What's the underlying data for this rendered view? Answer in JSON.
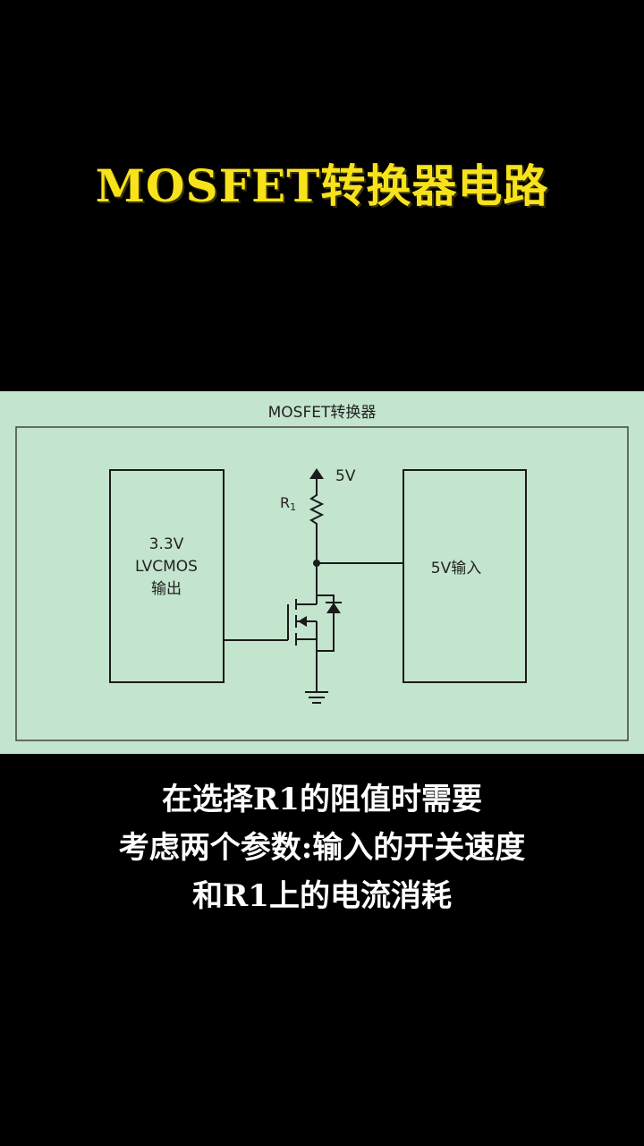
{
  "header": {
    "title": "MOSFET转换器电路"
  },
  "diagram": {
    "title": "MOSFET转换器",
    "left_block": {
      "line1": "3.3V",
      "line2": "LVCMOS",
      "line3": "输出"
    },
    "right_block": {
      "label": "5V输入"
    },
    "supply_label": "5V",
    "resistor_label": "R",
    "resistor_sub": "1"
  },
  "caption": {
    "line1": "在选择R1的阻值时需要",
    "line2": "考虑两个参数:输入的开关速度",
    "line3": "和R1上的电流消耗"
  },
  "colors": {
    "title": "#f7e21b",
    "panel_bg": "#c3e4cd",
    "stroke": "#1a1a1a"
  }
}
